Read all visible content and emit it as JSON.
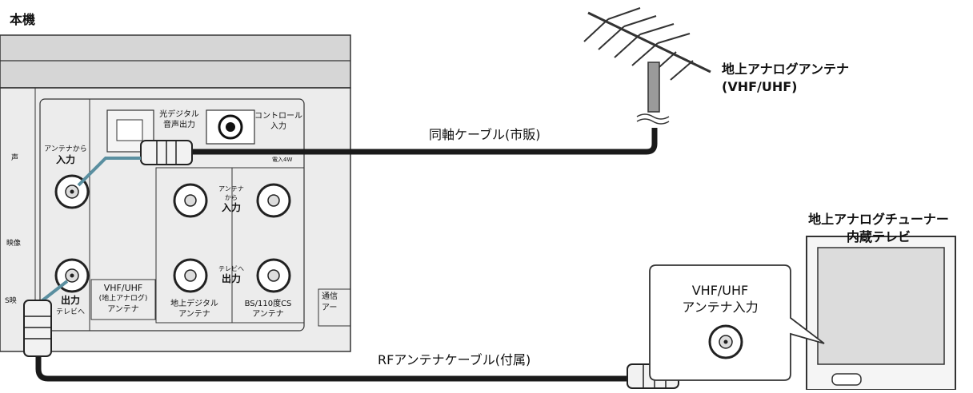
{
  "title": "本機",
  "antenna_label": [
    "地上アナログアンテナ",
    "(VHF/UHF)"
  ],
  "tv_label": [
    "地上アナログチューナー",
    "内蔵テレビ"
  ],
  "tv_input_label": [
    "VHF/UHF",
    "アンテナ入力"
  ],
  "cable_coax": "同軸ケーブル(市販)",
  "cable_rf": "RFアンテナケーブル(付属)",
  "panel": {
    "optical": [
      "光デジタル",
      "音声出力"
    ],
    "control": [
      "コントロール",
      "入力"
    ],
    "ant_in_small": "アンテナから",
    "ant_in_big": "入力",
    "out_big": "出力",
    "out_small": "テレビへ",
    "vhf_box": [
      "VHF/UHF",
      "(地上アナログ)",
      "アンテナ"
    ],
    "center_in": [
      "アンテナ",
      "から"
    ],
    "center_in_big": "入力",
    "center_out": "テレビへ",
    "center_out_big": "出力",
    "terrestrial": [
      "地上デジタル",
      "アンテナ"
    ],
    "bs": [
      "BS/110度CS",
      "アンテナ"
    ],
    "left_partial": [
      "声",
      "映像",
      "S映"
    ],
    "comm_partial": [
      "通信",
      "アー"
    ],
    "power_partial": "電入4W"
  },
  "colors": {
    "cable": "#1a1a1a",
    "teal": "#5a8fa0",
    "panel": "#ececec",
    "band": "#d6d6d6"
  }
}
